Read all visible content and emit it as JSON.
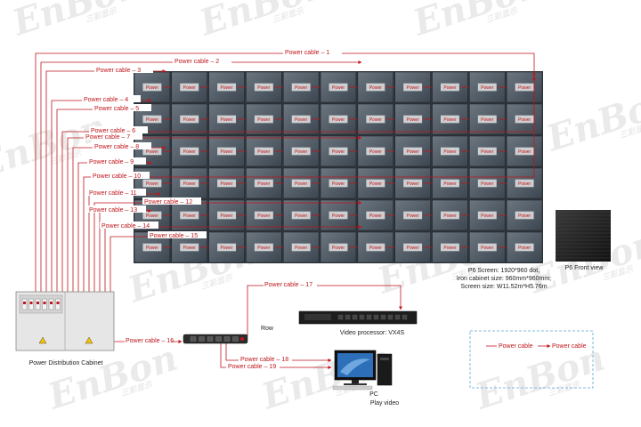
{
  "watermark": {
    "brand": "EnBon",
    "cn": "三彩显示"
  },
  "power_cables": [
    "Power cable – 1",
    "Power cable – 2",
    "Power cable – 3",
    "Power cable – 4",
    "Power cable – 5",
    "Power cable – 6",
    "Power cable – 7",
    "Power cable – 8",
    "Power cable – 9",
    "Power cable – 10",
    "Power cable – 11",
    "Power cable – 12",
    "Power cable – 13",
    "Power cable – 14",
    "Power cable – 15",
    "Power cable – 16",
    "Power cable – 17",
    "Power cable – 18",
    "Power cable – 19"
  ],
  "module_label": "Power",
  "screen": {
    "rows": 6,
    "cols": 11
  },
  "specs": {
    "line1": "P6 Screen:  1920*960 dot,",
    "line2": "Iron cabinet size:  960mm*960mm;",
    "line3": "Screen size:  W11.52m*H5.76m"
  },
  "front_view_label": "P6 Front view",
  "distribution_cabinet_label": "Power Distribution Cabinet",
  "row_label": "Row",
  "video_processor_label": "Video processor:  VX4S",
  "pc_label": "PC",
  "pc_sublabel": "Play video",
  "legend": {
    "left": "Power cable",
    "right": "Power cable"
  },
  "colors": {
    "cable": "#c0151b",
    "panel": "#4a5560",
    "legend_border": "#5aa9d6"
  }
}
